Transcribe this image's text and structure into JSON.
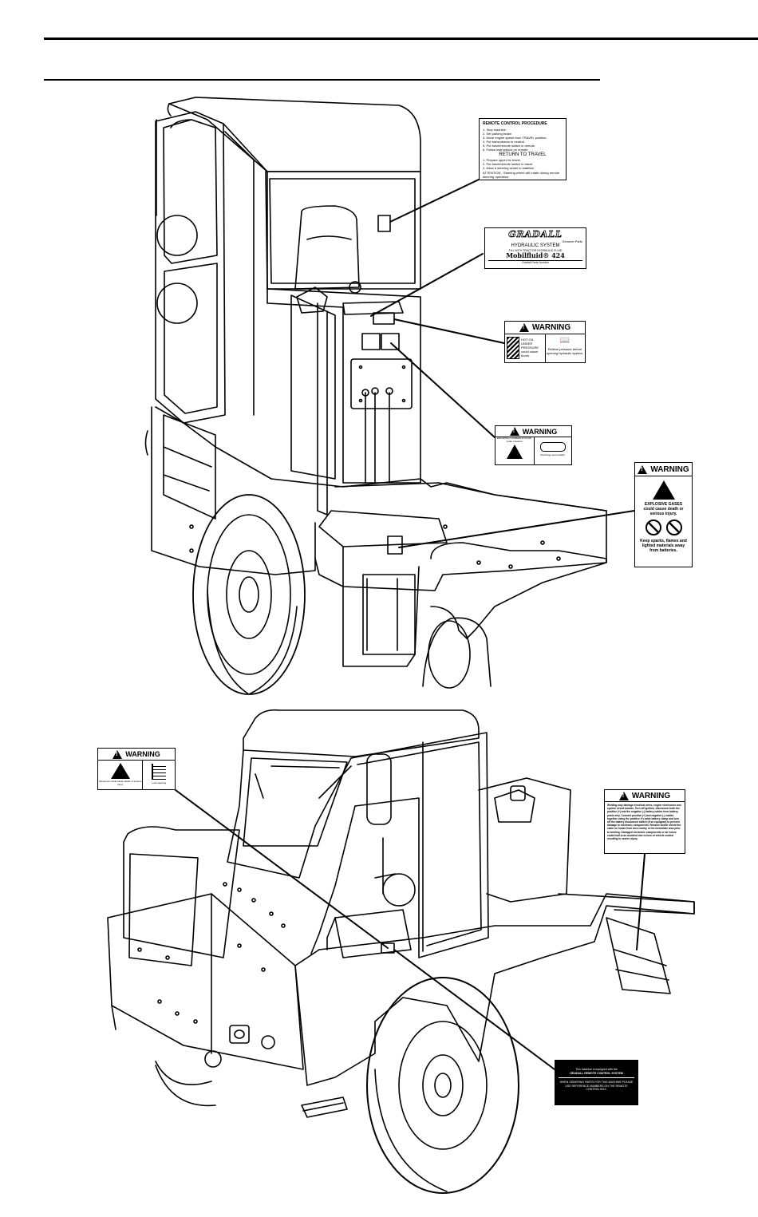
{
  "remote_decal": {
    "title": "REMOTE CONTROL PROCEDURE",
    "lines": [
      "1. Stop machine.",
      "2. Set parking brake.",
      "3. Move engine speed from TRAVEL position.",
      "4. Put transmission in neutral.",
      "5. Put travel/remote switch in remote.",
      "6. Follow instructions on remote."
    ],
    "subtitle": "RETURN TO TRAVEL",
    "return_lines": [
      "1. Prepare upper for travel.",
      "2. Put travel/remote switch in travel.",
      "3. Allow a steering wheel to stabilize."
    ],
    "attention": "ATTENTION - Steering wheel will rotate during remote steering operation."
  },
  "hydraulic_decal": {
    "brand": "GRADALL",
    "sub": "Genuine Parts",
    "title": "HYDRAULIC SYSTEM",
    "fill": "FILL WITH TRACTOR HYDRAULIC FLUID",
    "product": "Mobilfluid® 424",
    "footer": "Gradall Parts Number"
  },
  "warning_hot_oil": {
    "header": "WARNING",
    "left_text": "HOT OIL UNDER PRESSURE could cause burns",
    "right_text": "Relieve pressure before opening hydraulic system."
  },
  "warning_accumulator": {
    "header": "WARNING",
    "left_text": "ESCAPING HYDRAULIC FLUID under pressure",
    "right_text": "Discharge accumulator"
  },
  "warning_battery": {
    "header": "WARNING",
    "line1": "EXPLOSIVE GASES",
    "line2": "could cause death or",
    "line3": "serious injury.",
    "line4": "Keep sparks, flames and",
    "line5": "lighted materials away",
    "line6": "from batteries."
  },
  "warning_steering": {
    "header": "WARNING",
    "left_text": "Movement could cause death or serious injury",
    "right_text": "Lock steering"
  },
  "warning_welding": {
    "header": "WARNING",
    "body": "Welding may damage electrical wires, engine electronics and system circuit boards. Turn off ignition, disconnect both the positive (+) and the negative (-) battery cables from battery posts only. Connect positive (+) and negative (-) cables together using the positive (+) cable battery clamp and turn off the battery disconnect switch (if so equipped) to prevent damage to electronic components. Remove and/or shield the cable on hooks from arcs nearby in the immediate area prior to welding. Damaged electronic components or air hoses could lead to an accident due to loss of vehicle control resulting in severe injury."
  },
  "notice_decal": {
    "line1": "This machine is equipped with the",
    "line2": "GRADALL REMOTE CONTROL SYSTEM",
    "line3": "WHEN ORDERING PARTS FOR THIS MACHINE PLEASE USE REFERENCE NUMBERS ON THE REMOTE CONTROL BOX."
  }
}
